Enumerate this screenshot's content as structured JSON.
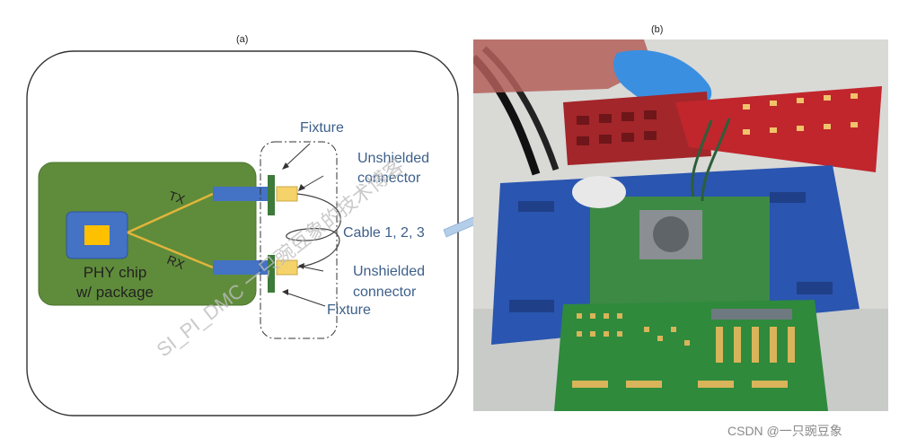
{
  "panels": {
    "a_label": "(a)",
    "b_label": "(b)"
  },
  "diagram": {
    "chip_label_line1": "PHY chip",
    "chip_label_line2": "w/ package",
    "tx": "TX",
    "rx": "RX",
    "fixture_top": "Fixture",
    "fixture_bottom": "Fixture",
    "unshielded_top_line1": "Unshielded",
    "unshielded_top_line2": "connector",
    "unshielded_bottom_line1": "Unshielded",
    "unshielded_bottom_line2": "connector",
    "cable": "Cable 1, 2, 3"
  },
  "watermark": {
    "text": "SI_PI_DMC 一只豌豆象的技术博客"
  },
  "footer": {
    "credit": "CSDN @一只豌豆象"
  },
  "colors": {
    "board_green": "#5f8c3a",
    "chip_blue": "#4472c4",
    "die_yellow": "#ffc000",
    "trace_gold": "#e1b43c",
    "fixture_green": "#3e7a3a",
    "connector_yellow": "#f5d36a",
    "label_blue": "#3d5f8a",
    "arrow_blue": "#b4cde8"
  }
}
